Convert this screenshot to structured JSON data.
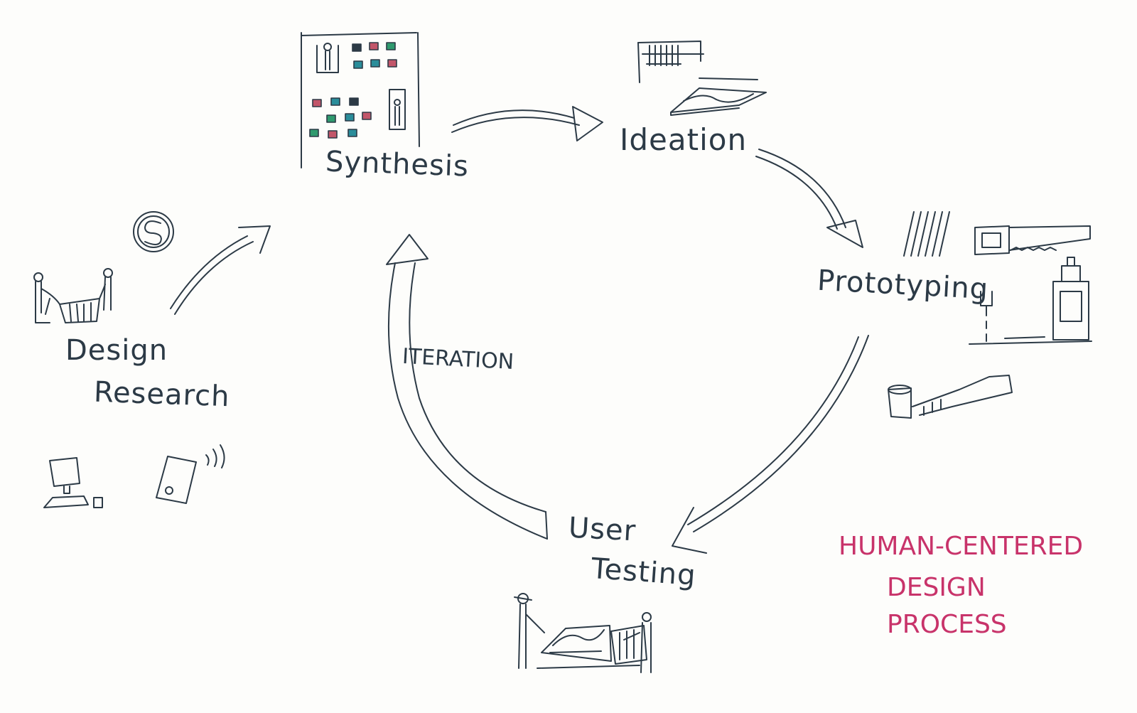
{
  "diagram": {
    "stages": {
      "synthesis": "Synthesis",
      "ideation": "Ideation",
      "prototyping": "Prototyping",
      "design_research_line1": "Design",
      "design_research_line2": "Research",
      "user_testing_line1": "User",
      "user_testing_line2": "Testing"
    },
    "loop_label": "ITERATION",
    "title_lines": [
      "HUMAN-CENTERED",
      "DESIGN",
      "PROCESS"
    ],
    "colors": {
      "ink": "#2c3a46",
      "teal_accent": "#1f8f94",
      "title": "#c8336a",
      "sticky_green": "#2f9a6e",
      "sticky_red": "#c2566a",
      "sticky_teal": "#2a8d9a"
    },
    "icons": [
      "wall-with-sticky-notes-icon",
      "sketch-board-icon",
      "tools-icon",
      "people-at-table-icon",
      "computer-icon",
      "phone-icon",
      "users-testing-icon"
    ]
  }
}
